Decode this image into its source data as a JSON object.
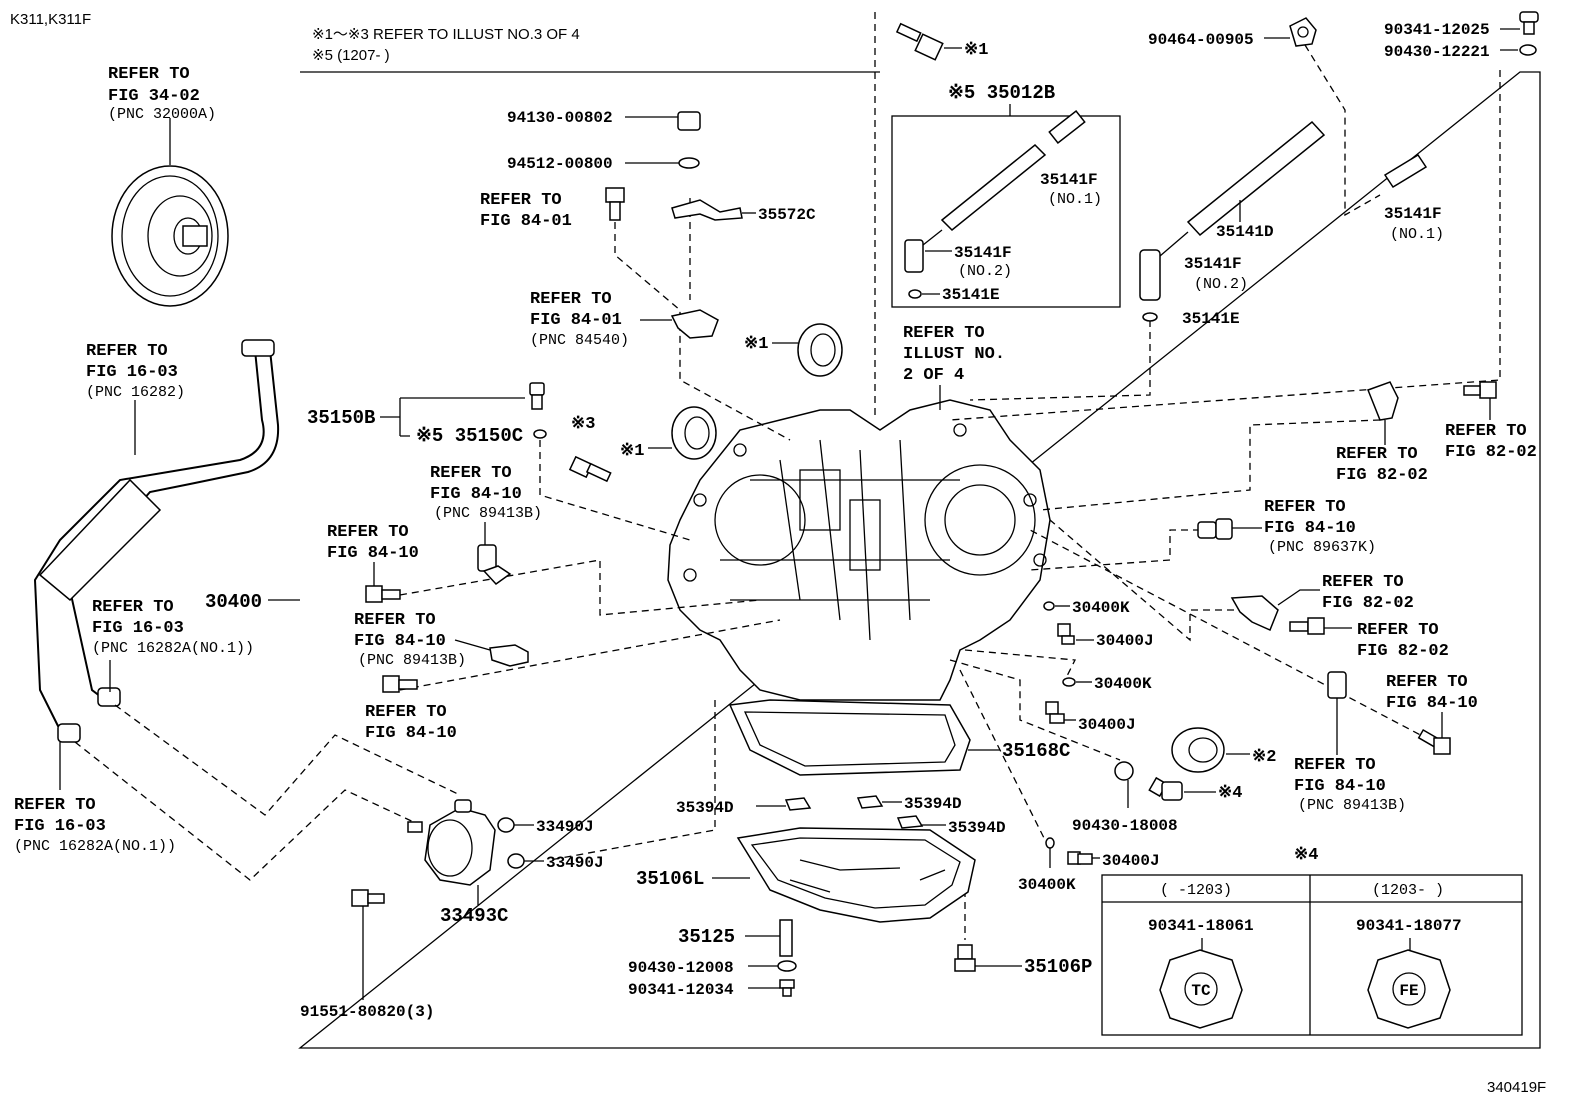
{
  "header": {
    "models": "K311,K311F",
    "note1": "※1～※3 REFER TO ILLUST NO.3 OF 4",
    "note2": "※5 (1207-        )",
    "figure_id": "340419F"
  },
  "refs": {
    "converter": [
      "REFER TO",
      "FIG 34-02",
      "(PNC 32000A)"
    ],
    "hose_top": [
      "REFER TO",
      "FIG 16-03",
      "(PNC 16282)"
    ],
    "hose_mid": [
      "REFER TO",
      "FIG 16-03",
      "(PNC 16282A(NO.1))"
    ],
    "hose_bot": [
      "REFER TO",
      "FIG 16-03",
      "(PNC 16282A(NO.1))"
    ],
    "bolt_8401": [
      "REFER TO",
      "FIG 84-01"
    ],
    "sensor_84540": [
      "REFER TO",
      "FIG 84-01",
      "(PNC 84540)"
    ],
    "illust2": [
      "REFER TO",
      "ILLUST NO.",
      "2 OF 4"
    ],
    "sensor_89413b_a": [
      "REFER TO",
      "FIG 84-10",
      "(PNC 89413B)"
    ],
    "bolt_8410_a": [
      "REFER TO",
      "FIG 84-10"
    ],
    "sensor_89413b_b": [
      "REFER TO",
      "FIG 84-10",
      "(PNC 89413B)"
    ],
    "bolt_8410_b": [
      "REFER TO",
      "FIG 84-10"
    ],
    "bracket_8202_a": [
      "REFER TO",
      "FIG 82-02"
    ],
    "bolt_8202_a": [
      "REFER TO",
      "FIG 82-02"
    ],
    "switch_89637k": [
      "REFER TO",
      "FIG 84-10",
      "(PNC 89637K)"
    ],
    "bracket_8202_b": [
      "REFER TO",
      "FIG 82-02"
    ],
    "bolt_8202_b": [
      "REFER TO",
      "FIG 82-02"
    ],
    "bolt_8410_c": [
      "REFER TO",
      "FIG 84-10"
    ],
    "sensor_89413b_c": [
      "REFER TO",
      "FIG 84-10",
      "(PNC 89413B)"
    ]
  },
  "parts": {
    "p94130": "94130-00802",
    "p94512": "94512-00800",
    "p35572c": "35572C",
    "x1a": "※1",
    "x1b": "※1",
    "x1c": "※1",
    "x2": "※2",
    "x3": "※3",
    "x4": "※4",
    "x5_35012b": "※5 35012B",
    "p35141f_1a": "35141F",
    "p35141f_1a_sub": "(NO.1)",
    "p35141f_2a": "35141F",
    "p35141f_2a_sub": "(NO.2)",
    "p35141e_a": "35141E",
    "p35141d": "35141D",
    "p35141f_2b": "35141F",
    "p35141f_2b_sub": "(NO.2)",
    "p35141e_b": "35141E",
    "p35141f_1b": "35141F",
    "p35141f_1b_sub": "(NO.1)",
    "p90464": "90464-00905",
    "p90341_12025": "90341-12025",
    "p90430_12221": "90430-12221",
    "p35150b": "35150B",
    "p35150c": "※5 35150C",
    "p30400": "30400",
    "p30400k_a": "30400K",
    "p30400j_a": "30400J",
    "p30400k_b": "30400K",
    "p30400j_b": "30400J",
    "p35168c": "35168C",
    "p90430_18008": "90430-18008",
    "p35394d_a": "35394D",
    "p35394d_b": "35394D",
    "p35394d_c": "35394D",
    "p33490j_a": "33490J",
    "p33490j_b": "33490J",
    "p33493c": "33493C",
    "p35106l": "35106L",
    "p35125": "35125",
    "p90430_12008": "90430-12008",
    "p90341_12034": "90341-12034",
    "p35106p": "35106P",
    "p30400j_c": "30400J",
    "p30400k_c": "30400K",
    "p91551": "91551-80820(3)"
  },
  "table": {
    "title": "※4",
    "col1_head": "(  -1203)",
    "col2_head": "(1203-   )",
    "col1_part": "90341-18061",
    "col2_part": "90341-18077",
    "col1_mark": "TC",
    "col2_mark": "FE"
  }
}
